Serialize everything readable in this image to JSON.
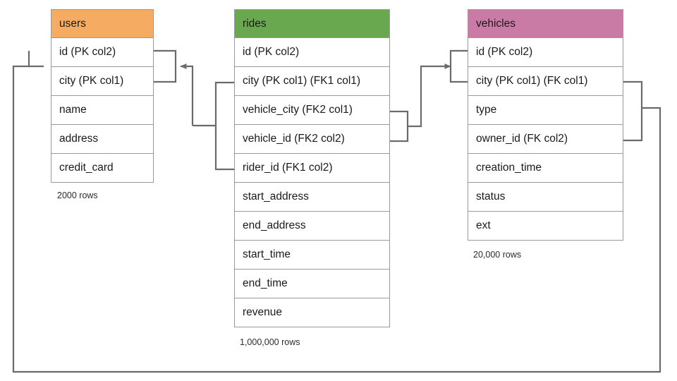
{
  "diagram": {
    "type": "entity-relationship-diagram",
    "background_color": "#ffffff",
    "edge_color": "#6b6b6b",
    "border_color": "#9a9a9a",
    "tables": [
      {
        "id": "users",
        "name": "users",
        "header_color": "#f5ab62",
        "row_count_label": "2000 rows",
        "columns": [
          "id (PK col2)",
          "city (PK col1)",
          "name",
          "address",
          "credit_card"
        ]
      },
      {
        "id": "rides",
        "name": "rides",
        "header_color": "#6aa84f",
        "row_count_label": "1,000,000 rows",
        "columns": [
          "id (PK col2)",
          "city (PK col1) (FK1 col1)",
          "vehicle_city (FK2 col1)",
          "vehicle_id (FK2 col2)",
          "rider_id (FK1 col2)",
          "start_address",
          "end_address",
          "start_time",
          "end_time",
          "revenue"
        ]
      },
      {
        "id": "vehicles",
        "name": "vehicles",
        "header_color": "#c97ba5",
        "row_count_label": "20,000 rows",
        "columns": [
          "id (PK col2)",
          "city (PK col1) (FK col1)",
          "type",
          "owner_id (FK col2)",
          "creation_time",
          "status",
          "ext"
        ]
      }
    ],
    "relationships": [
      {
        "id": "fk1-rides-to-users",
        "from_table": "rides",
        "from_columns": [
          "city (PK col1) (FK1 col1)",
          "rider_id (FK1 col2)"
        ],
        "to_table": "users",
        "to_columns": [
          "id (PK col2)",
          "city (PK col1)"
        ]
      },
      {
        "id": "fk2-rides-to-vehicles",
        "from_table": "rides",
        "from_columns": [
          "vehicle_city (FK2 col1)",
          "vehicle_id (FK2 col2)"
        ],
        "to_table": "vehicles",
        "to_columns": [
          "id (PK col2)",
          "city (PK col1) (FK col1)"
        ]
      },
      {
        "id": "fk-vehicles-to-users",
        "from_table": "vehicles",
        "from_columns": [
          "city (PK col1) (FK col1)",
          "owner_id (FK col2)"
        ],
        "to_table": "users",
        "to_columns": [
          "id (PK col2)",
          "city (PK col1)"
        ]
      }
    ]
  }
}
